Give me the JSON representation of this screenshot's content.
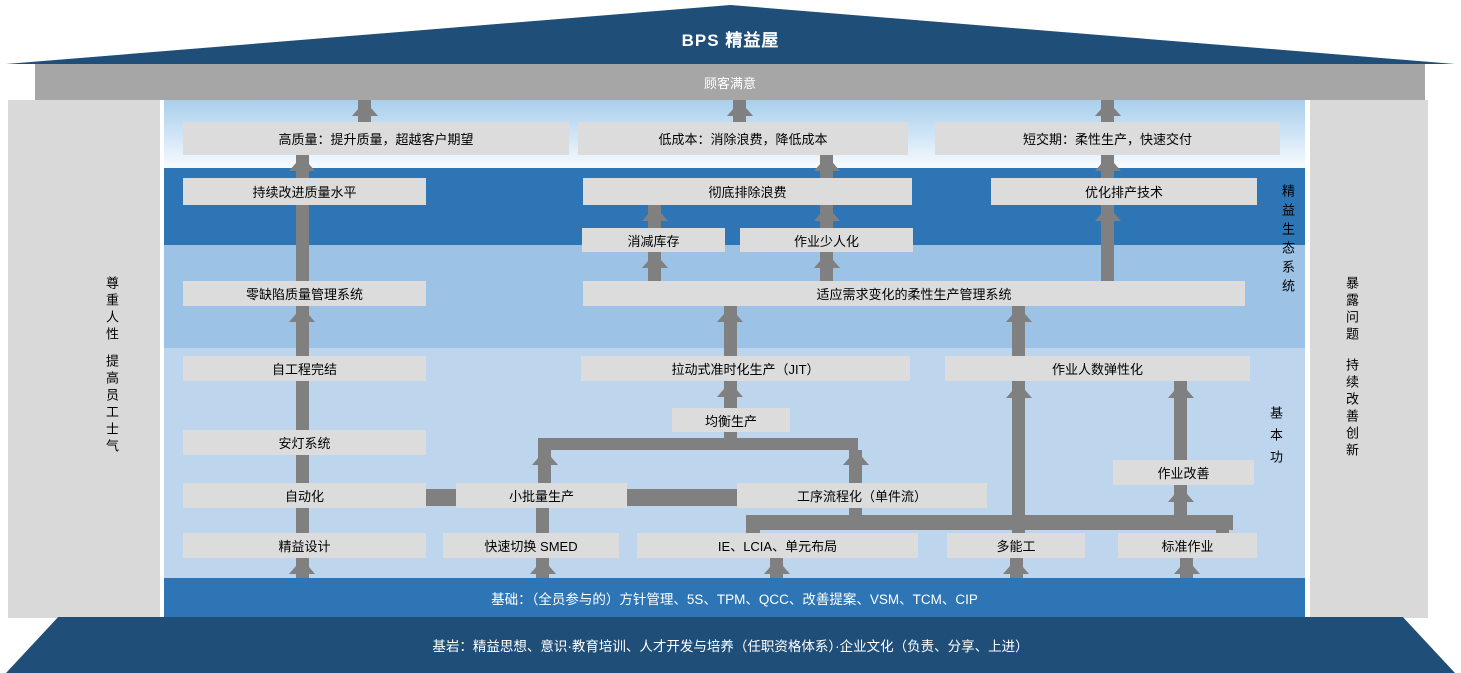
{
  "roof": {
    "title": "BPS 精益屋"
  },
  "customer_bar": {
    "label": "顾客满意"
  },
  "goals": {
    "quality": "高质量：提升质量，超越客户期望",
    "cost": "低成本：消除浪费，降低成本",
    "delivery": "短交期：柔性生产，快速交付"
  },
  "boxes": {
    "continuous_quality": "持续改进质量水平",
    "eliminate_waste": "彻底排除浪费",
    "optimize_scheduling": "优化排产技术",
    "reduce_inventory": "消减库存",
    "low_manning": "作业少人化",
    "zero_defect": "零缺陷质量管理系统",
    "flexible_production": "适应需求变化的柔性生产管理系统",
    "self_completion": "自工程完结",
    "jit": "拉动式准时化生产（JIT）",
    "flexible_staffing": "作业人数弹性化",
    "heijunka": "均衡生产",
    "andon": "安灯系统",
    "job_improvement": "作业改善",
    "jidoka": "自动化",
    "small_lot": "小批量生产",
    "process_flow": "工序流程化（单件流）",
    "lean_design": "精益设计",
    "smed": "快速切换 SMED",
    "ie_lcia_cell": "IE、LCIA、单元布局",
    "multi_skill": "多能工",
    "standard_work": "标准作业"
  },
  "foundation": {
    "label": "基础：（全员参与的）方针管理、5S、TPM、QCC、改善提案、VSM、TCM、CIP"
  },
  "bedrock": {
    "label": "基岩：精益思想、意识·教育培训、人才开发与培养（任职资格体系）·企业文化（负责、分享、上进）"
  },
  "pillars": {
    "left": [
      "尊重人性",
      "提高员工士气"
    ],
    "right": [
      "暴露问题",
      "持续改善创新"
    ]
  },
  "side_labels": {
    "lean_ecosystem": "精益生态系统",
    "basics": "基本功"
  },
  "colors": {
    "roof_dark_blue": "#1f4e79",
    "customer_bar_gray": "#a6a6a6",
    "band_dark_blue": "#2e75b6",
    "band_mid_blue": "#9cc2e5",
    "band_light_blue": "#bdd6ee",
    "box_gray": "#dcdcdc",
    "connector_gray": "#808080",
    "pillar_gray": "#d9d9d9"
  }
}
